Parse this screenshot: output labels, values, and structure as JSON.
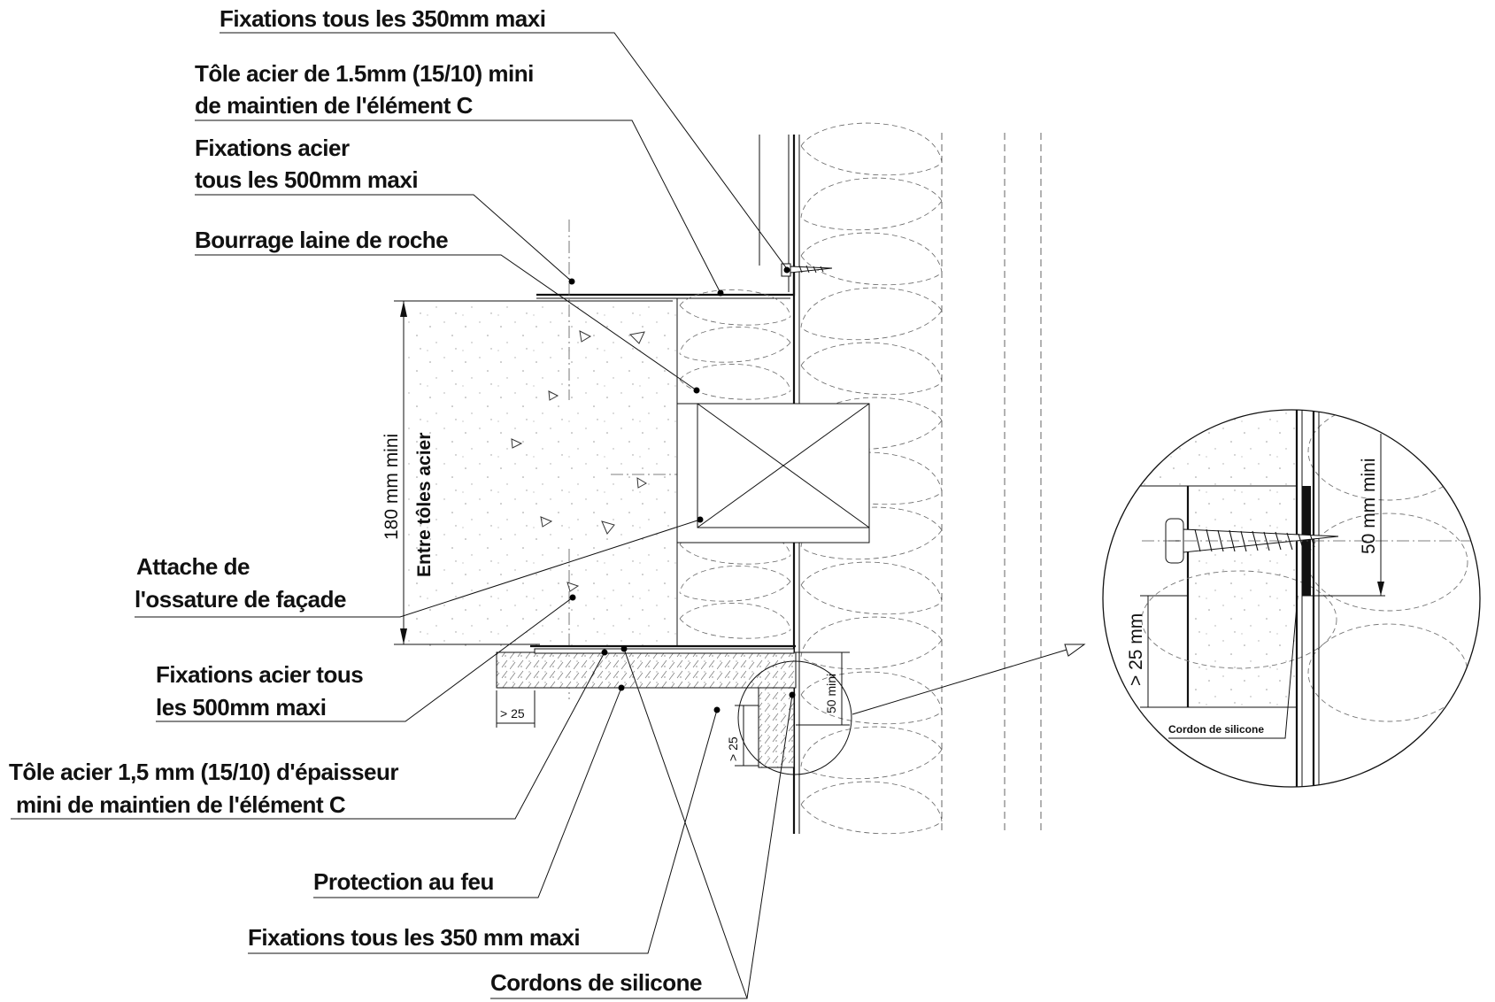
{
  "labels": {
    "fixations_350_top": "Fixations tous les 350mm maxi",
    "tole_top_line1": "Tôle acier de 1.5mm (15/10) mini",
    "tole_top_line2": "de maintien de l'élément C",
    "fixations_acier_line1": "Fixations acier",
    "fixations_acier_line2": "tous les 500mm maxi",
    "bourrage": "Bourrage laine de roche",
    "attache_line1": "Attache de",
    "attache_line2": "l'ossature de façade",
    "fixations_tous_line1": "Fixations acier tous",
    "fixations_tous_line2": "les 500mm maxi",
    "tole_bottom_line1": "Tôle acier 1,5 mm (15/10) d'épaisseur",
    "tole_bottom_line2": "mini de maintien de l'élément C",
    "protection": "Protection au feu",
    "fixations_350_bottom": "Fixations tous les 350 mm maxi",
    "cordons": "Cordons de silicone"
  },
  "dimensions": {
    "height_main": "180 mm mini",
    "height_sub": "Entre tôles acier",
    "gt25_left": "> 25",
    "gt25_vertical": "> 25",
    "mini50": "50 mini",
    "detail_50": "50 mm mini",
    "detail_gt25": "> 25 mm",
    "detail_cordon": "Cordon de silicone"
  }
}
